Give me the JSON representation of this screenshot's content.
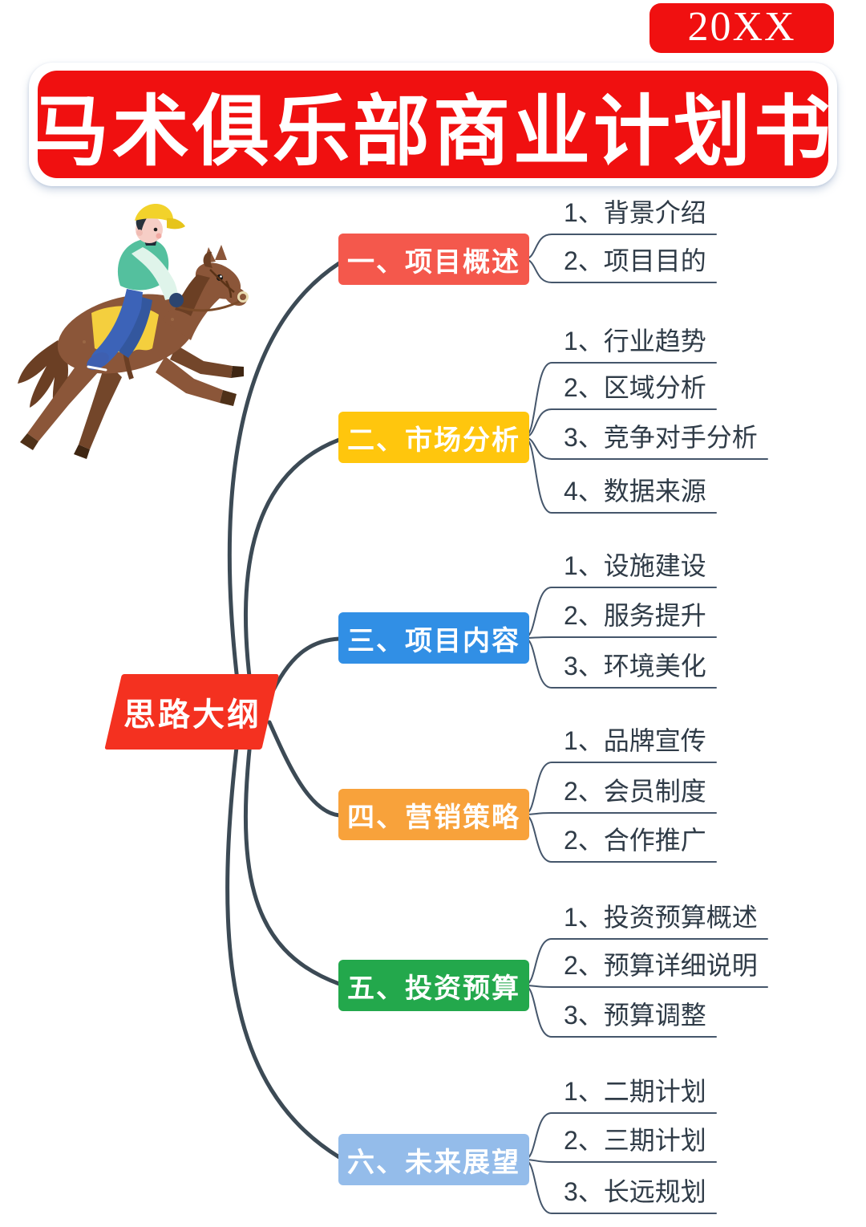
{
  "year_badge": "20XX",
  "title": "马术俱乐部商业计划书",
  "center_topic": "思路大纲",
  "branches": [
    {
      "label": "一、项目概述",
      "color": "#F4584C",
      "items": [
        "1、背景介绍",
        "2、项目目的"
      ]
    },
    {
      "label": "二、市场分析",
      "color": "#FFC60D",
      "items": [
        "1、行业趋势",
        "2、区域分析",
        "3、竞争对手分析",
        "4、数据来源"
      ]
    },
    {
      "label": "三、项目内容",
      "color": "#318FE5",
      "items": [
        "1、设施建设",
        "2、服务提升",
        "3、环境美化"
      ]
    },
    {
      "label": "四、营销策略",
      "color": "#F8A23B",
      "items": [
        "1、品牌宣传",
        "2、会员制度",
        "2、合作推广"
      ]
    },
    {
      "label": "五、投资预算",
      "color": "#23A84C",
      "items": [
        "1、投资预算概述",
        "2、预算详细说明",
        "3、预算调整"
      ]
    },
    {
      "label": "六、未来展望",
      "color": "#94BCEA",
      "items": [
        "1、二期计划",
        "2、三期计划",
        "3、长远规划"
      ]
    }
  ],
  "colors": {
    "banner_red": "#F01010",
    "center_red": "#F43120",
    "connector_line": "#3C4A55",
    "leaf_line": "#45566B",
    "leaf_text": "#2F3B47",
    "branch_text": "#FFFFFF"
  },
  "illustration": {
    "name": "horse-rider-illustration",
    "colors": {
      "horse_body": "#8B5639",
      "horse_dark": "#6B3F24",
      "horse_far": "#73462A",
      "saddle": "#F4CF3E",
      "cap": "#F2D22B",
      "shirt": "#54C09E",
      "sleeve": "#DFF4EA",
      "jeans": "#3C63B8",
      "skin": "#F6CEC6"
    }
  }
}
